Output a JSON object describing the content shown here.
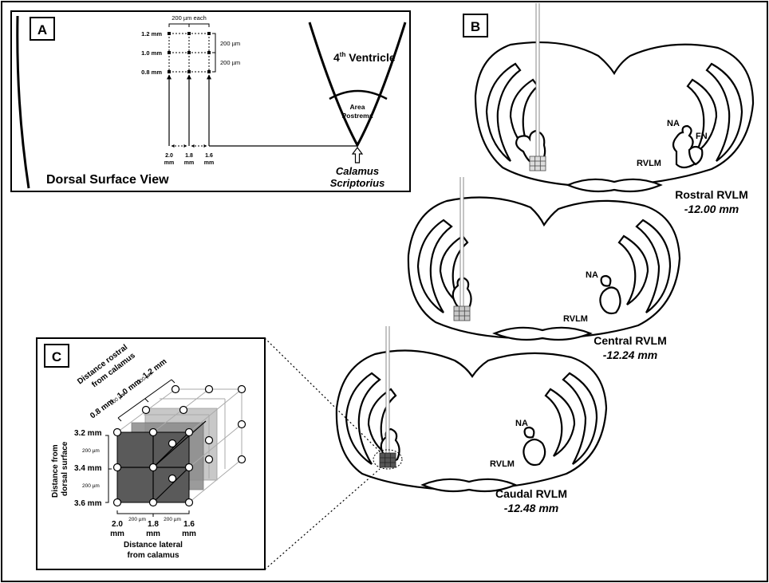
{
  "panels": {
    "a": {
      "letter": "A",
      "view_title": "Dorsal Surface View",
      "spacing_top": "200 µm each",
      "rostral_levels": [
        "1.2 mm",
        "1.0 mm",
        "0.8 mm"
      ],
      "side_spacing": [
        "200 µm",
        "200 µm"
      ],
      "lateral_values": [
        "2.0",
        "1.8",
        "1.6"
      ],
      "lateral_unit": "mm",
      "ventricle_label": "4",
      "ventricle_sup": "th",
      "ventricle_rest": " Ventricle",
      "postrema_line1": "Area",
      "postrema_line2": "Postrema",
      "calamus_line1": "Calamus",
      "calamus_line2": "Scriptorius"
    },
    "b": {
      "letter": "B",
      "sections": [
        {
          "name": "Rostral RVLM",
          "level": "-12.00 mm",
          "labels": [
            "NA",
            "FN",
            "RVLM"
          ]
        },
        {
          "name": "Central RVLM",
          "level": "-12.24 mm",
          "labels": [
            "NA",
            "RVLM"
          ]
        },
        {
          "name": "Caudal RVLM",
          "level": "-12.48 mm",
          "labels": [
            "NA",
            "RVLM"
          ]
        }
      ]
    },
    "c": {
      "letter": "C",
      "rostral_axis_line1": "Distance rostral",
      "rostral_axis_line2": "from calamus",
      "rostral_values": [
        "1.2 mm",
        "1.0 mm",
        "0.8 mm"
      ],
      "rostral_spacing": [
        "200 µm",
        "200 µm"
      ],
      "depth_axis_line1": "Distance from",
      "depth_axis_line2": "dorsal surface",
      "depth_values": [
        "3.2 mm",
        "3.4 mm",
        "3.6 mm"
      ],
      "depth_spacing": [
        "200 µm",
        "200 µm"
      ],
      "lateral_values": [
        "2.0",
        "1.8",
        "1.6"
      ],
      "lateral_unit": "mm",
      "lateral_spacing": [
        "200 µm",
        "200 µm"
      ],
      "lateral_axis_line1": "Distance lateral",
      "lateral_axis_line2": "from calamus"
    }
  }
}
